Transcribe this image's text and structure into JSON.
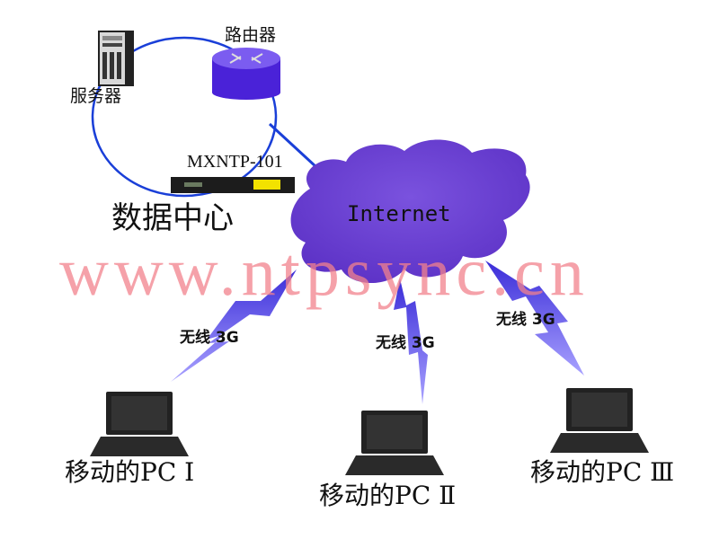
{
  "data_center": {
    "router_label": "路由器",
    "server_label": "服务器",
    "device_label": "MXNTP-101",
    "title": "数据中心"
  },
  "cloud_label": "Internet",
  "watermark": "www.ntpsync.cn",
  "links": [
    "无线 3G",
    "无线 3G",
    "无线 3G"
  ],
  "clients": [
    "移动的PC Ⅰ",
    "移动的PC Ⅱ",
    "移动的PC Ⅲ"
  ],
  "colors": {
    "cloud": "#6a3fcf",
    "link": "#1a3fd8",
    "router": "#5a2ee0",
    "watermark": "#f2828c"
  }
}
